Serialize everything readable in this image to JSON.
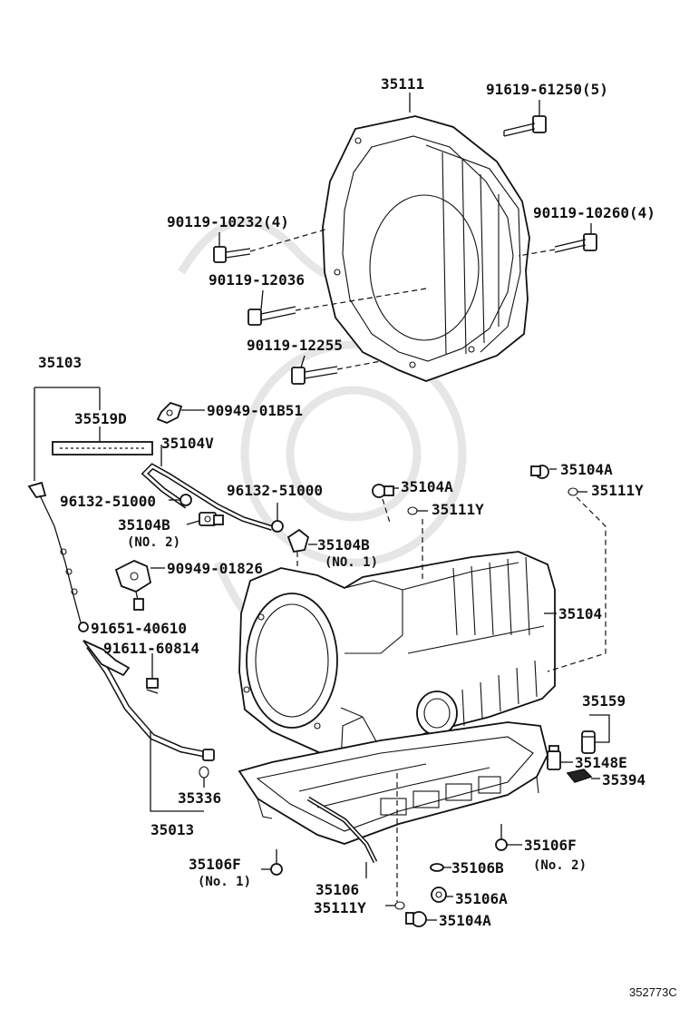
{
  "diagram_code": "352773C",
  "labels": {
    "bell_housing": "35111",
    "bolt_91619": "91619-61250(5)",
    "bolt_10232": "90119-10232(4)",
    "bolt_10260": "90119-10260(4)",
    "bolt_12036": "90119-12036",
    "bolt_12255": "90119-12255",
    "group_35103": "35103",
    "strainer_35519d": "35519D",
    "clamp_90949b51": "90949-01B51",
    "hose_35104v": "35104V",
    "clip_96132_left": "96132-51000",
    "clip_96132_right": "96132-51000",
    "fitting_35104a_top": "35104A",
    "fitting_35104a_right": "35104A",
    "oring_35111y_top": "35111Y",
    "oring_35111y_right": "35111Y",
    "union_35104b_no2": "35104B",
    "union_35104b_no2_sub": "(NO. 2)",
    "union_35104b_no1": "35104B",
    "union_35104b_no1_sub": "(NO. 1)",
    "clamp_90949_01826": "90949-01826",
    "case_35104": "35104",
    "bolt_91651": "91651-40610",
    "bolt_91611": "91611-60814",
    "plug_35159": "35159",
    "plug_35148e": "35148E",
    "plug_35394": "35394",
    "oring_35336": "35336",
    "tube_35013": "35013",
    "bolt_35106f_right": "35106F",
    "bolt_35106f_right_sub": "(No. 2)",
    "bolt_35106f_left": "35106F",
    "bolt_35106f_left_sub": "(No. 1)",
    "gasket_35106b": "35106B",
    "pan_35106": "35106",
    "oring_35111y_bottom": "35111Y",
    "plug_35106a": "35106A",
    "plug_35104a_bottom": "35104A"
  }
}
